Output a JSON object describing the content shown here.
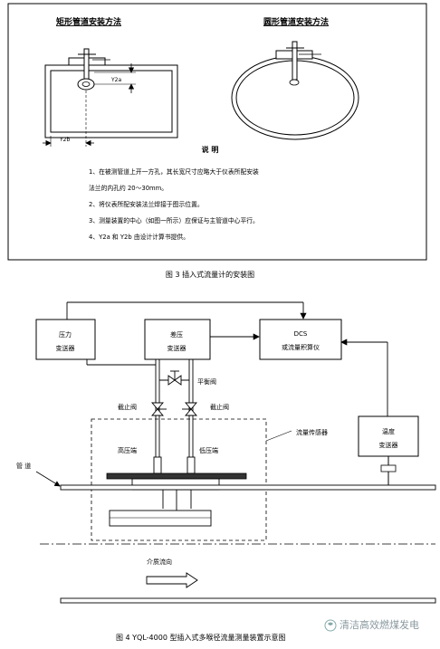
{
  "fig3": {
    "rect_title": "矩形管道安装方法",
    "round_title": "圆形管道安装方法",
    "dim_y2a": "Y2a",
    "dim_y2b": "Y2b",
    "notes_title": "说    明",
    "notes": [
      "1、在被测管道上开一方孔，其长宽尺寸应略大于仪表所配安装",
      "法兰的内孔约 20～30mm。",
      "2、将仪表所配安装法兰焊接于图示位置。",
      "3、测量装置的中心（如图一所示）应保证与主管道中心平行。",
      "4、Y2a 和 Y2b 由设计计算书提供。"
    ],
    "caption": "图 3    插入式流量计的安装图"
  },
  "fig4": {
    "pressure_tx": [
      "压力",
      "变送器"
    ],
    "dp_tx": [
      "差压",
      "变送器"
    ],
    "dcs": [
      "DCS",
      "或流量积算仪"
    ],
    "temp_tx": [
      "温度",
      "变送器"
    ],
    "balance_valve": "平衡阀",
    "stop_valve_left": "截止阀",
    "stop_valve_right": "截止阀",
    "high_side": "高压端",
    "low_side": "低压端",
    "sensor": "流量传感器",
    "pipe": "管    道",
    "flow_dir": "介质流向",
    "caption": "图 4    YQL-4000 型插入式多喉径流量测量装置示意图"
  },
  "watermark": "清洁高效燃煤发电"
}
